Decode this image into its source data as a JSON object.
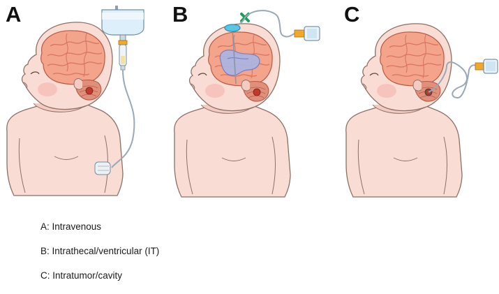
{
  "panels": [
    {
      "letter": "A",
      "route": "Intravenous"
    },
    {
      "letter": "B",
      "route": "Intrathecal/ventricular (IT)"
    },
    {
      "letter": "C",
      "route": "Intratumor/cavity"
    }
  ],
  "legend": [
    "A: Intravenous",
    "B: Intrathecal/ventricular (IT)",
    "C: Intratumor/cavity"
  ],
  "colors": {
    "skin": "#f9dcd4",
    "skin_outline": "#8c7068",
    "brain": "#f3a48a",
    "brain_fold": "#d8755f",
    "cerebellum": "#e0907a",
    "tumor": "#c0392b",
    "iv_bag": "#dceffa",
    "tubing": "#9aa9b6",
    "connector": "#f0a92b",
    "ventricle": "#a9b6e6",
    "clamp": "#1f9d55",
    "reservoir": "#57c7e3"
  }
}
